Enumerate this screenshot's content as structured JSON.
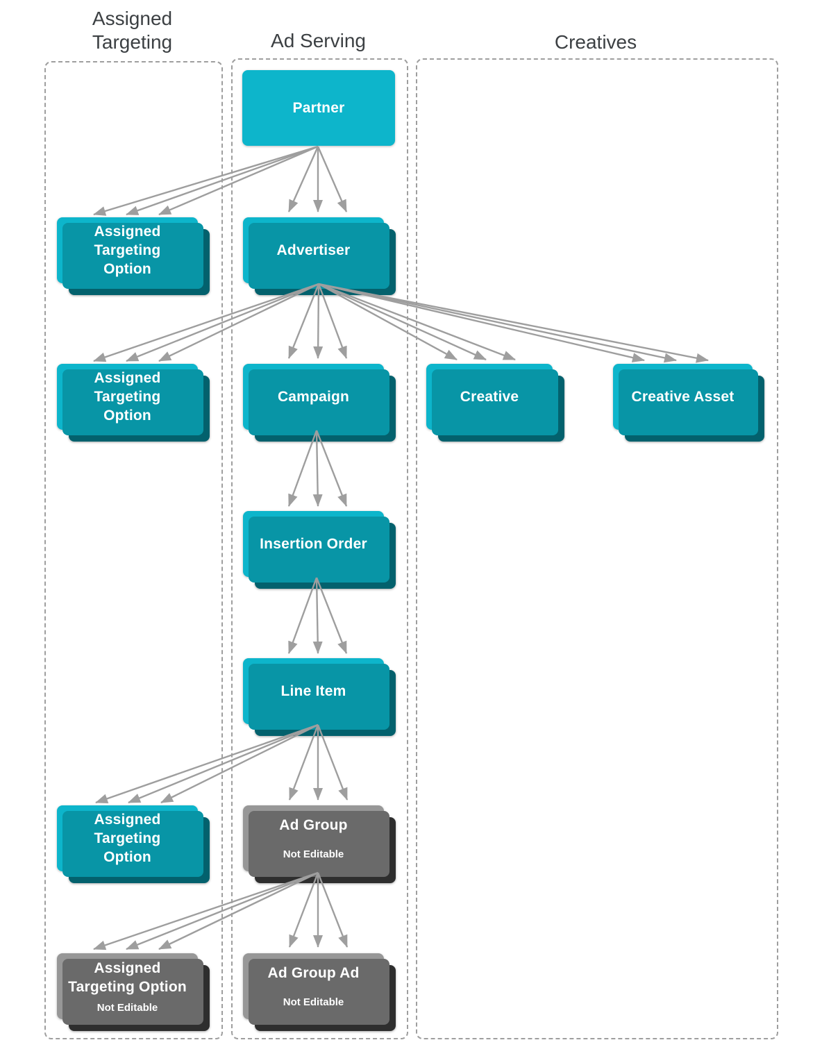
{
  "diagram_title": "",
  "columns": [
    {
      "id": "assigned-targeting",
      "header_lines": [
        "Assigned",
        "Targeting"
      ]
    },
    {
      "id": "ad-serving",
      "header_lines": [
        "Ad Serving"
      ]
    },
    {
      "id": "creatives",
      "header_lines": [
        "Creatives"
      ]
    }
  ],
  "nodes": [
    {
      "id": "partner",
      "label": "Partner",
      "style": "cyan",
      "stacked": false,
      "column": "ad-serving"
    },
    {
      "id": "assigned-targeting-option-1",
      "label": "Assigned Targeting Option",
      "lines": [
        "Assigned",
        "Targeting",
        "Option"
      ],
      "style": "cyan",
      "stacked": true,
      "column": "assigned-targeting"
    },
    {
      "id": "advertiser",
      "label": "Advertiser",
      "style": "cyan",
      "stacked": true,
      "column": "ad-serving"
    },
    {
      "id": "assigned-targeting-option-2",
      "label": "Assigned Targeting Option",
      "lines": [
        "Assigned",
        "Targeting",
        "Option"
      ],
      "style": "cyan",
      "stacked": true,
      "column": "assigned-targeting"
    },
    {
      "id": "campaign",
      "label": "Campaign",
      "style": "cyan",
      "stacked": true,
      "column": "ad-serving"
    },
    {
      "id": "creative",
      "label": "Creative",
      "style": "cyan",
      "stacked": true,
      "column": "creatives"
    },
    {
      "id": "creative-asset",
      "label": "Creative Asset",
      "style": "cyan",
      "stacked": true,
      "column": "creatives"
    },
    {
      "id": "insertion-order",
      "label": "Insertion Order",
      "style": "cyan",
      "stacked": true,
      "column": "ad-serving"
    },
    {
      "id": "line-item",
      "label": "Line Item",
      "style": "cyan",
      "stacked": true,
      "column": "ad-serving"
    },
    {
      "id": "assigned-targeting-option-3",
      "label": "Assigned Targeting Option",
      "lines": [
        "Assigned",
        "Targeting",
        "Option"
      ],
      "style": "cyan",
      "stacked": true,
      "column": "assigned-targeting"
    },
    {
      "id": "ad-group",
      "label": "Ad Group",
      "sublabel": "Not Editable",
      "style": "gray",
      "stacked": true,
      "column": "ad-serving"
    },
    {
      "id": "assigned-targeting-option-4",
      "label": "Assigned Targeting Option",
      "lines": [
        "Assigned",
        "Targeting Option"
      ],
      "sublabel": "Not Editable",
      "style": "gray",
      "stacked": true,
      "column": "assigned-targeting"
    },
    {
      "id": "ad-group-ad",
      "label": "Ad Group Ad",
      "sublabel": "Not Editable",
      "style": "gray",
      "stacked": true,
      "column": "ad-serving"
    }
  ],
  "edges": [
    {
      "from": "partner",
      "to": "assigned-targeting-option-1"
    },
    {
      "from": "partner",
      "to": "advertiser"
    },
    {
      "from": "advertiser",
      "to": "assigned-targeting-option-2"
    },
    {
      "from": "advertiser",
      "to": "campaign"
    },
    {
      "from": "advertiser",
      "to": "creative"
    },
    {
      "from": "advertiser",
      "to": "creative-asset"
    },
    {
      "from": "campaign",
      "to": "insertion-order"
    },
    {
      "from": "insertion-order",
      "to": "line-item"
    },
    {
      "from": "line-item",
      "to": "assigned-targeting-option-3"
    },
    {
      "from": "line-item",
      "to": "ad-group"
    },
    {
      "from": "ad-group",
      "to": "assigned-targeting-option-4"
    },
    {
      "from": "ad-group",
      "to": "ad-group-ad"
    }
  ],
  "colors": {
    "box_cyan_front": "#0db5cb",
    "box_cyan_mid": "#0895a6",
    "box_cyan_back": "#03616d",
    "box_gray_front": "#979797",
    "box_gray_mid": "#6a6a6a",
    "box_gray_back": "#2e2e2e",
    "arrow": "#9e9e9e",
    "dashed_border": "#9e9e9e",
    "header_text": "#3c4043",
    "box_text": "#ffffff"
  }
}
